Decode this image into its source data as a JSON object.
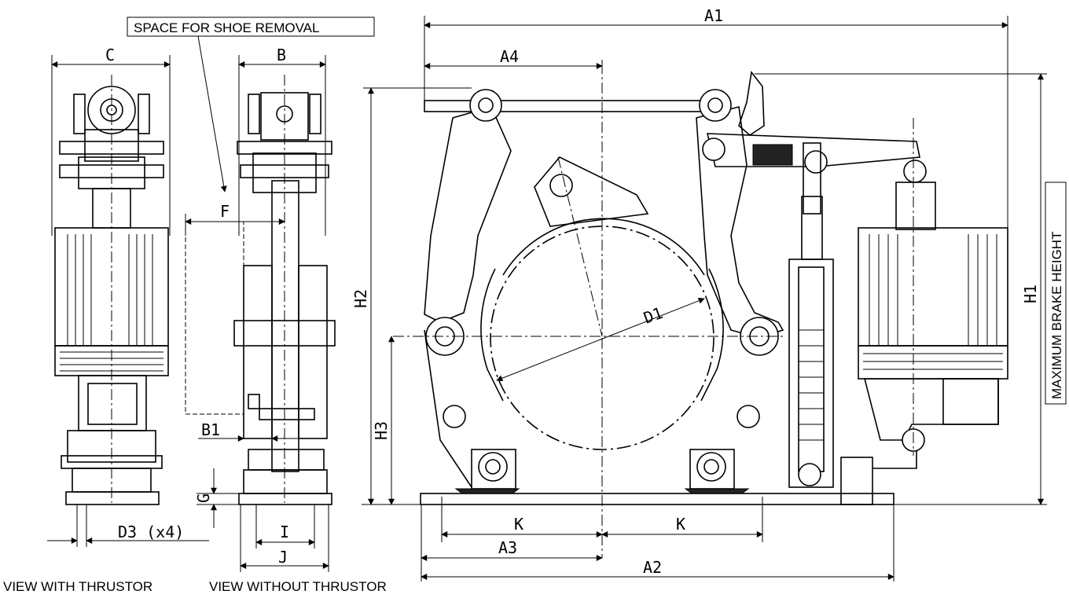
{
  "labels": {
    "space_for_shoe_removal": "SPACE FOR SHOE REMOVAL",
    "maximum_brake_height": "MAXIMUM BRAKE HEIGHT",
    "view_with_thrustor": "VIEW WITH THRUSTOR",
    "view_without_thrustor": "VIEW WITHOUT THRUSTOR"
  },
  "dimensions": {
    "A1": "A1",
    "A2": "A2",
    "A3": "A3",
    "A4": "A4",
    "B": "B",
    "B1": "B1",
    "C": "C",
    "D1": "D1",
    "D3": "D3 (x4)",
    "F": "F",
    "G": "G",
    "H1": "H1",
    "H2": "H2",
    "H3": "H3",
    "I": "I",
    "J": "J",
    "K_left": "K",
    "K_right": "K"
  }
}
